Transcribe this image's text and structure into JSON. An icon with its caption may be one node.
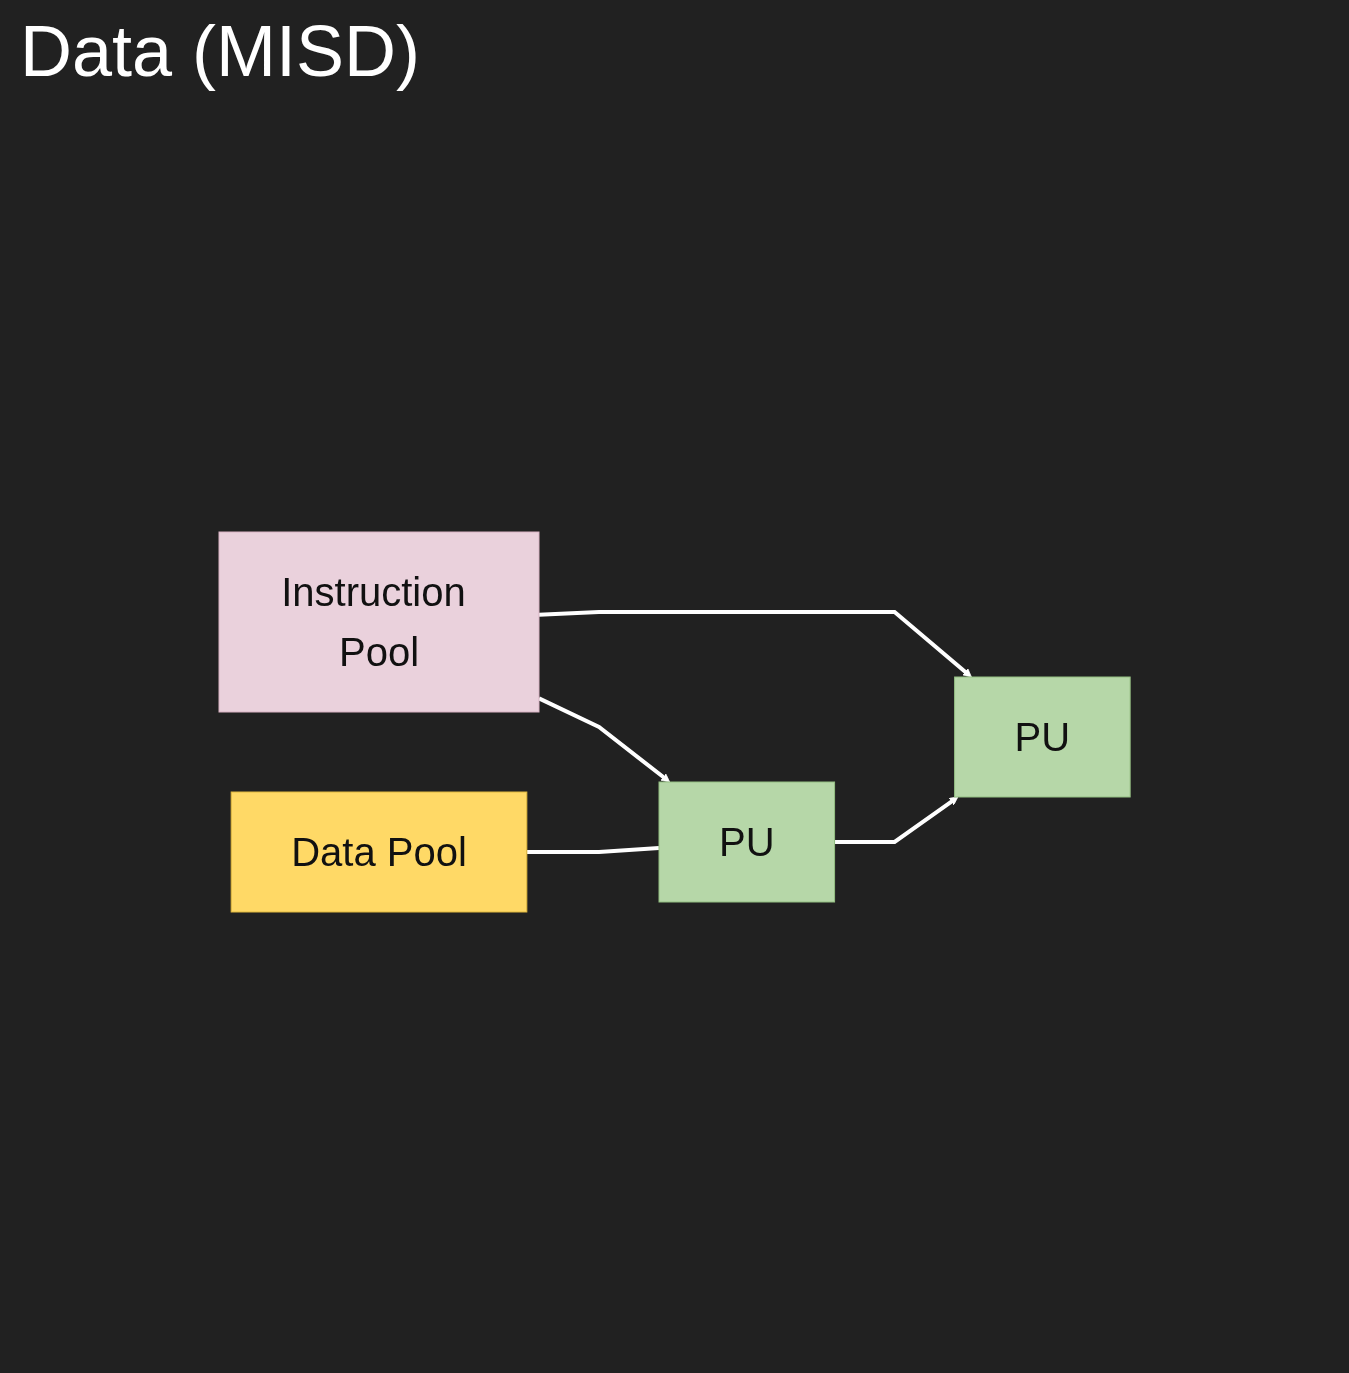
{
  "diagram": {
    "title": "Data (MISD)",
    "nodes": [
      {
        "text": [
          "Instruction Pool"
        ]
      },
      {
        "text": [
          "Data Pool"
        ]
      },
      {
        "text": [
          "PU"
        ]
      },
      {
        "text": [
          "PU"
        ]
      }
    ],
    "edges": [
      {
        "from": 0,
        "to": 2,
        "arrow": "to"
      },
      {
        "from": 0,
        "to": 3,
        "arrow": "to"
      },
      {
        "from": 1,
        "to": 2,
        "arrow": "none"
      },
      {
        "from": 2,
        "to": 3,
        "arrow": "to"
      }
    ]
  }
}
